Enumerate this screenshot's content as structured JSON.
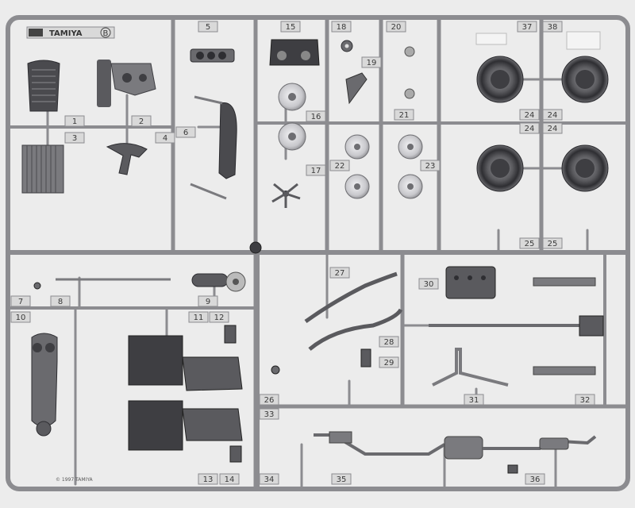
{
  "brand": {
    "name": "TAMIYA",
    "sprue_letter": "B",
    "copyright": "© 1997 TAMIYA"
  },
  "part_numbers": [
    "1",
    "2",
    "3",
    "4",
    "5",
    "6",
    "7",
    "8",
    "9",
    "10",
    "11",
    "12",
    "13",
    "14",
    "15",
    "16",
    "17",
    "18",
    "19",
    "20",
    "21",
    "22",
    "23",
    "24",
    "24",
    "24",
    "24",
    "25",
    "25",
    "26",
    "27",
    "28",
    "29",
    "30",
    "31",
    "32",
    "33",
    "34",
    "35",
    "36",
    "37",
    "38"
  ],
  "colors": {
    "background": "#ececec",
    "plastic": "#8a8a8e",
    "plastic_dark": "#4a4a4e",
    "plastic_light": "#c4c4c8",
    "tag": "#d9d9d9"
  }
}
